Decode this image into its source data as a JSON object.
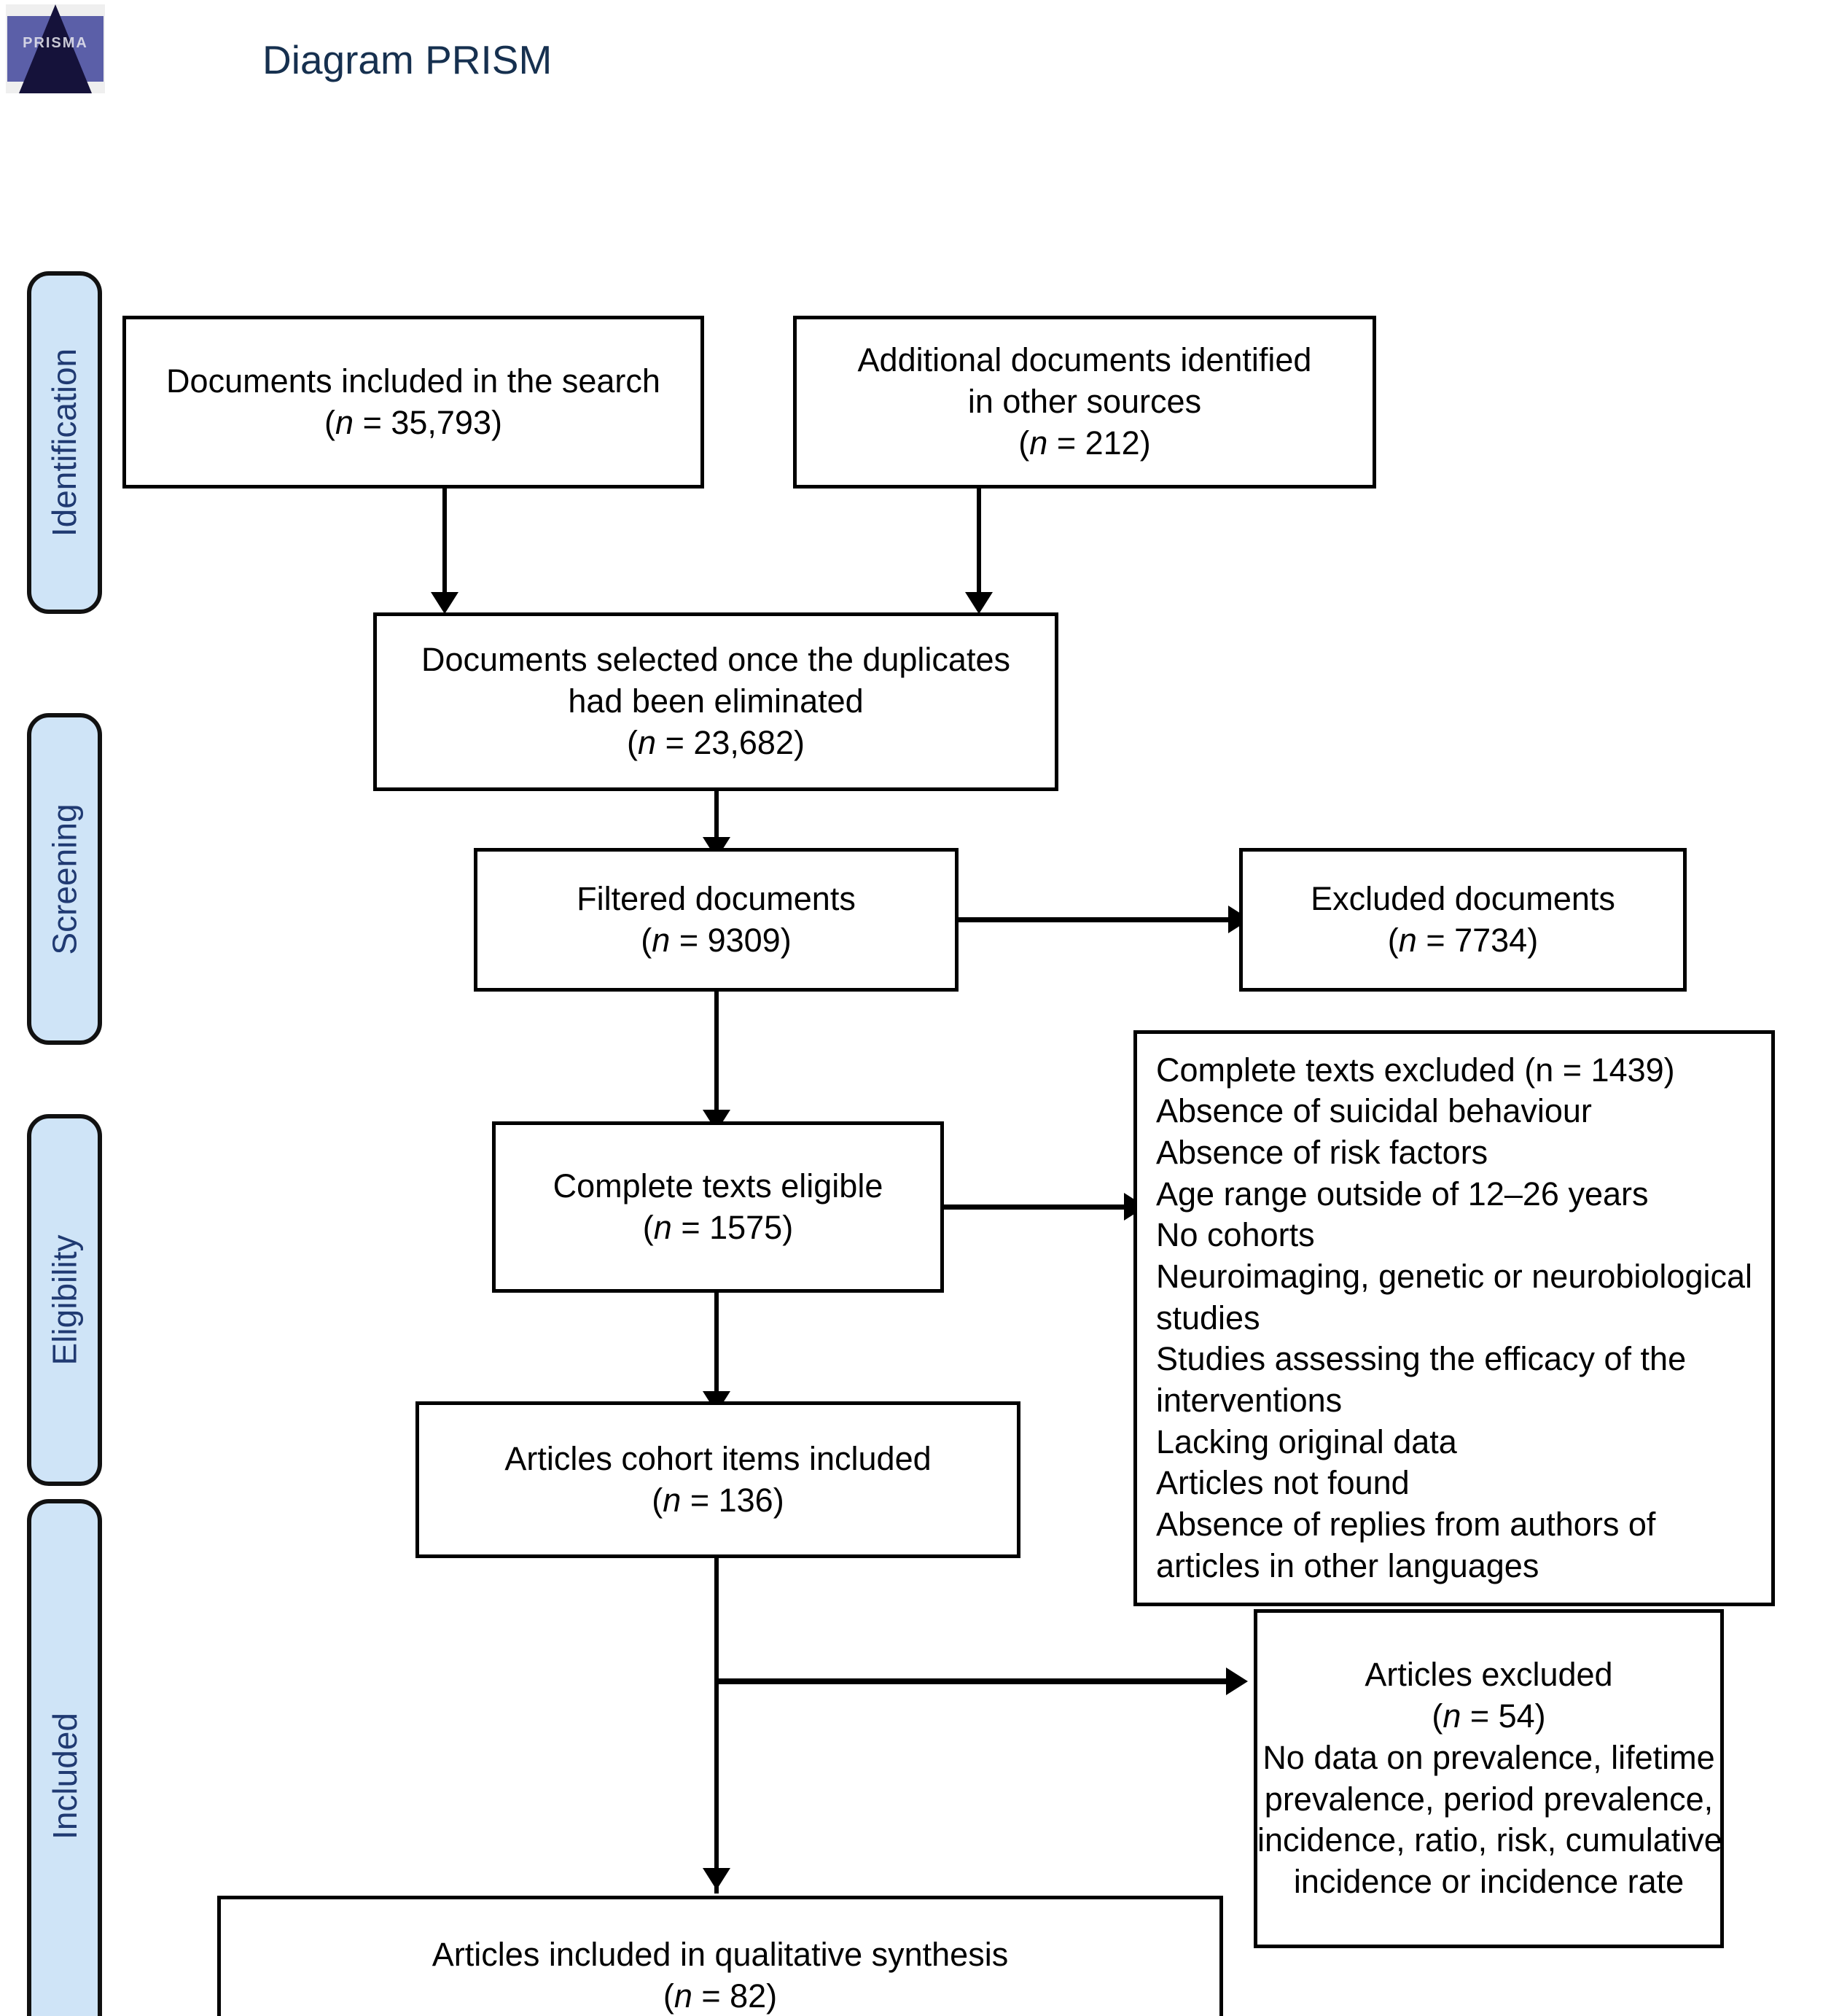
{
  "header": {
    "title": "Diagram PRISM",
    "logo_text": "PRISMA",
    "title_color": "#16304f"
  },
  "phases": [
    {
      "label": "Identification"
    },
    {
      "label": "Screening"
    },
    {
      "label": "Eligibility"
    },
    {
      "label": "Included"
    }
  ],
  "colors": {
    "phase_fill": "#cfe4f7",
    "phase_text": "#203a72",
    "box_border": "#000000",
    "box_fill": "#ffffff"
  },
  "boxes": {
    "identified_search": {
      "line1": "Documents included in the search",
      "n_open": "(",
      "n_var": "n",
      "n_eq": " = 35,793)"
    },
    "identified_other": {
      "line1": "Additional documents identified",
      "line2": "in other sources",
      "n_open": "(",
      "n_var": "n",
      "n_eq": " = 212)"
    },
    "deduplicated": {
      "line1": "Documents selected once the duplicates",
      "line2": "had been eliminated",
      "n_open": "(",
      "n_var": "n",
      "n_eq": " = 23,682)"
    },
    "screened": {
      "line1": "Filtered documents",
      "n_open": "(",
      "n_var": "n",
      "n_eq": " =  9309)"
    },
    "screened_excluded": {
      "line1": "Excluded documents",
      "n_open": "(",
      "n_var": "n",
      "n_eq": " = 7734)"
    },
    "fulltext_eligible": {
      "line1": "Complete texts eligible",
      "n_open": "(",
      "n_var": "n",
      "n_eq": " = 1575)"
    },
    "fulltext_excluded": {
      "reasons": [
        "Complete texts excluded (n = 1439)",
        "Absence of suicidal behaviour",
        "Absence of risk factors",
        "Age range outside of 12–26 years",
        "No cohorts",
        "Neuroimaging, genetic or neurobiological studies",
        "Studies assessing the efficacy of the interventions",
        "Lacking original data",
        "Articles not found",
        "Absence of replies from authors of articles in other languages"
      ]
    },
    "cohort_included": {
      "line1": "Articles cohort items included",
      "n_open": "(",
      "n_var": "n",
      "n_eq": " = 136)"
    },
    "articles_excluded": {
      "line1": "Articles excluded",
      "n_open": "(",
      "n_var": "n",
      "n_eq": " = 54)",
      "line3": "No data on prevalence, lifetime",
      "line4": "prevalence, period prevalence,",
      "line5": "incidence, ratio, risk, cumulative",
      "line6": "incidence or incidence rate"
    },
    "qualitative_synthesis": {
      "line1": "Articles included in qualitative synthesis",
      "n_open": "(",
      "n_var": "n",
      "n_eq": " = 82)"
    }
  }
}
